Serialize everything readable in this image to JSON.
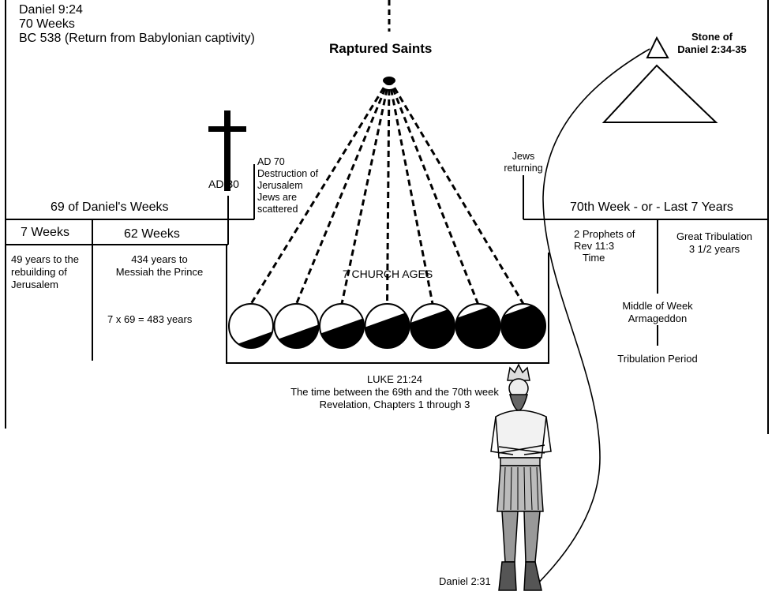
{
  "header": {
    "line1": "Daniel 9:24",
    "line2": "70 Weeks",
    "line3": "BC 538 (Return from Babylonian captivity)"
  },
  "raptured_saints": "Raptured Saints",
  "stone": {
    "line1": "Stone of",
    "line2": "Daniel 2:34-35"
  },
  "cross_label": "AD 30",
  "ad70": {
    "line1": "AD 70",
    "line2": "Destruction of",
    "line3": "Jerusalem",
    "line4": "Jews are",
    "line5": "scattered"
  },
  "jews_returning": {
    "line1": "Jews",
    "line2": "returning"
  },
  "weeks69": "69 of Daniel's Weeks",
  "weeks7": "7 Weeks",
  "weeks62": "62 Weeks",
  "years49": {
    "line1": "49 years to the",
    "line2": "rebuilding of",
    "line3": "Jerusalem"
  },
  "years434": {
    "line1": "434 years to",
    "line2": "Messiah the Prince"
  },
  "calc": "7 x 69 = 483 years",
  "church_ages": "7 CHURCH AGES",
  "church_age_fills": [
    0.2,
    0.35,
    0.5,
    0.65,
    0.75,
    0.85,
    0.9
  ],
  "luke": {
    "line1": "LUKE 21:24",
    "line2": "The time between the 69th and the 70th week",
    "line3": "Revelation, Chapters 1 through 3"
  },
  "week70": "70th Week - or - Last 7 Years",
  "prophets": {
    "line1": "2 Prophets of",
    "line2": "Rev 11:3",
    "line3": "Time"
  },
  "great_trib": {
    "line1": "Great Tribulation",
    "line2": "3 1/2 years"
  },
  "middle": {
    "line1": "Middle of Week",
    "line2": "Armageddon"
  },
  "trib_period": "Tribulation Period",
  "statue_label": "Daniel 2:31"
}
